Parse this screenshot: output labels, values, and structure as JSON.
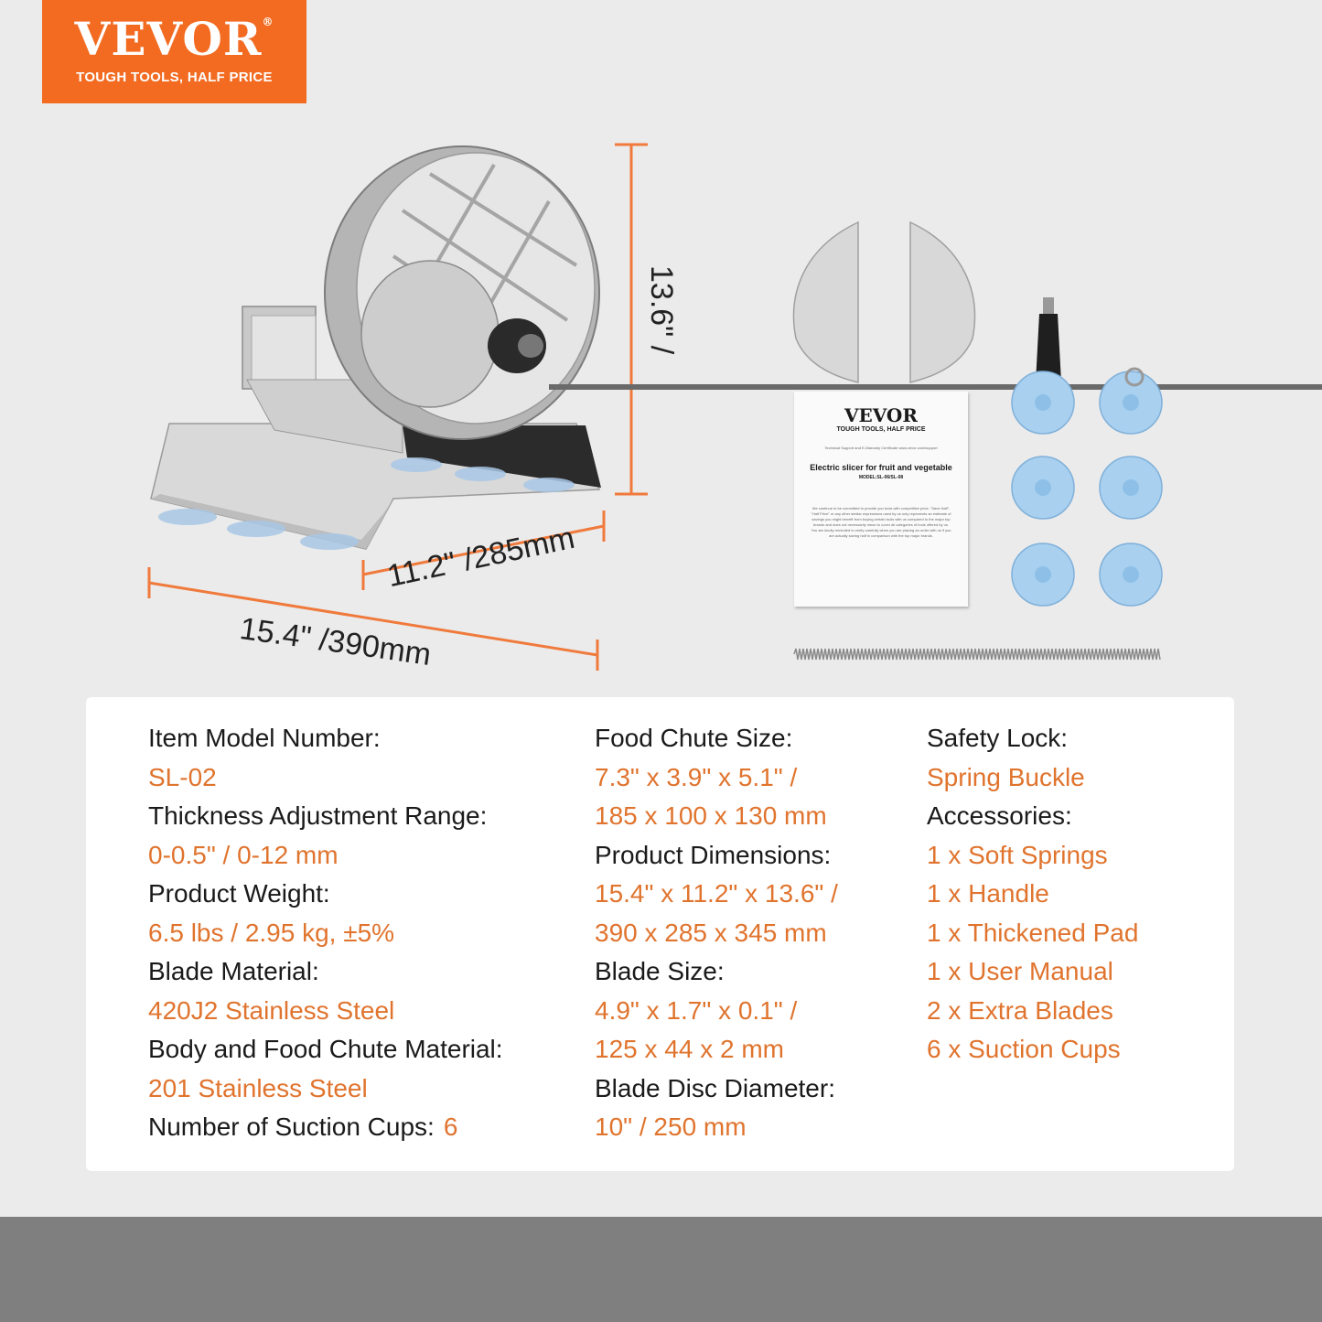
{
  "logo": {
    "brand": "VEVOR",
    "registered": "®",
    "tagline": "TOUGH TOOLS, HALF PRICE"
  },
  "dimensions": {
    "height": "13.6\" /",
    "depth": "11.2\" /285mm",
    "width": "15.4\" /390mm"
  },
  "manual": {
    "brand": "VEVOR",
    "tagline": "TOUGH TOOLS, HALF PRICE",
    "support": "Technical Support and E-Warranty Certificate www.vevor.com/support",
    "title": "Electric slicer for fruit and vegetable",
    "model": "MODEL:SL-06/SL-08",
    "text": "We continue to be committed to provide you tools with competitive price. \"Save Half\", \"Half Price\" or any other similar expressions used by us only represents an estimate of savings you might benefit from buying certain tools with us compared to the major top brands and does not necessarily mean to cover all categories of tools offered by us. You are kindly reminded to verify carefully when you are placing an order with us if you are actually saving half in comparison with the top major brands."
  },
  "specs": {
    "col1": [
      {
        "label": "Item Model Number:"
      },
      {
        "value": "SL-02"
      },
      {
        "label": "Thickness Adjustment Range:"
      },
      {
        "value": "0-0.5\" / 0-12 mm"
      },
      {
        "label": "Product Weight:"
      },
      {
        "value": "6.5 lbs / 2.95 kg, ±5%"
      },
      {
        "label": "Blade Material:"
      },
      {
        "value": "420J2 Stainless Steel"
      },
      {
        "label": "Body and Food Chute Material:"
      },
      {
        "value": "201 Stainless Steel"
      },
      {
        "label": "Number of Suction Cups:",
        "value": "6"
      }
    ],
    "col2": [
      {
        "label": "Food Chute Size:"
      },
      {
        "value": "7.3\" x 3.9\" x 5.1\" /"
      },
      {
        "value": "185 x 100 x 130 mm"
      },
      {
        "label": "Product Dimensions:"
      },
      {
        "value": "15.4\" x 11.2\" x 13.6\" /"
      },
      {
        "value": "390 x 285 x 345 mm"
      },
      {
        "label": "Blade Size:"
      },
      {
        "value": "4.9\" x 1.7\" x 0.1\" /"
      },
      {
        "value": "125 x 44 x 2 mm"
      },
      {
        "label": "Blade Disc Diameter:"
      },
      {
        "value": "10\" / 250 mm"
      }
    ],
    "col3": [
      {
        "label": "Safety Lock:"
      },
      {
        "value": "Spring Buckle"
      },
      {
        "label": "Accessories:"
      },
      {
        "value": "1 x Soft Springs"
      },
      {
        "value": "1 x Handle"
      },
      {
        "value": "1 x Thickened Pad"
      },
      {
        "value": "1 x User Manual"
      },
      {
        "value": "2 x Extra Blades"
      },
      {
        "value": "6 x Suction Cups"
      }
    ]
  },
  "colors": {
    "brand_orange": "#f26b21",
    "value_orange": "#e0742e",
    "dimension_line": "#f07a3c",
    "background": "#ebebeb",
    "footer": "#7f7f7f"
  }
}
